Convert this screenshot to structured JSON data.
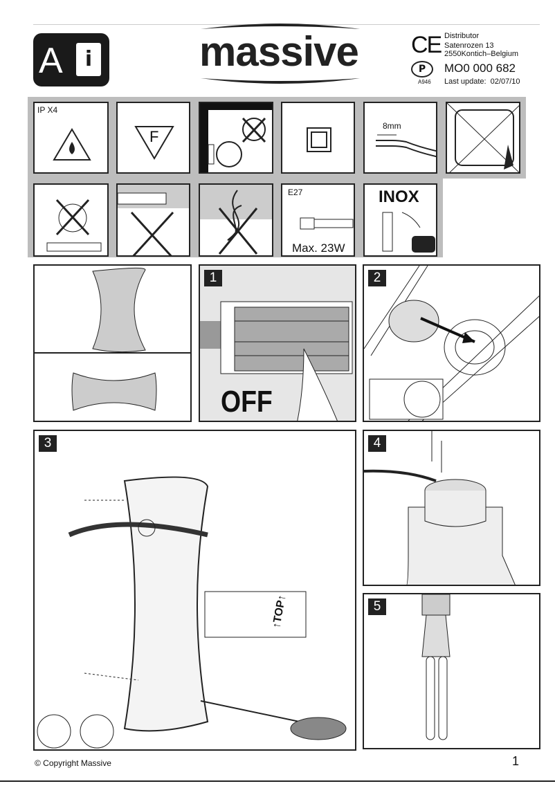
{
  "header": {
    "badge_letter": "A",
    "brand": "massive",
    "distributor_label": "Distributor",
    "address_line1": "Satenrozen 13",
    "address_line2": "2550Kontich–Belgium",
    "cert_code": "A946",
    "model_number": "MO0 000 682",
    "last_update": "Last update:  02/07/10",
    "ce_mark": "CE"
  },
  "icons": {
    "ip_rating": "IP X4",
    "f_mark": "F",
    "cable_strip": "8mm",
    "socket": "E27",
    "max_power": "Max. 23W",
    "inox": "INOX"
  },
  "steps": {
    "step1": "1",
    "step1_text": "OFF",
    "step2": "2",
    "step3": "3",
    "step3_label": "↑TOP↑",
    "step4": "4",
    "step5": "5"
  },
  "footer": {
    "copyright": "© Copyright Massive",
    "page_number": "1"
  }
}
